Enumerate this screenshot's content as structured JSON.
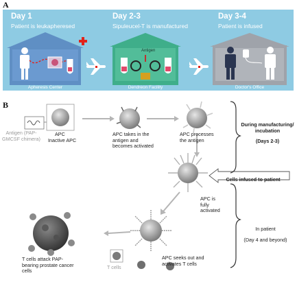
{
  "panel_a": {
    "label": "A",
    "stages": [
      {
        "title": "Day 1",
        "subtitle": "Patient is leukapheresed",
        "location": "Apheresis Center"
      },
      {
        "title": "Day 2-3",
        "subtitle": "Sipuleucel-T is manufactured",
        "location": "Dendreon Facility",
        "inner_label": "Antigen"
      },
      {
        "title": "Day 3-4",
        "subtitle": "Patient is infused",
        "location": "Doctor's Office"
      }
    ]
  },
  "panel_b": {
    "label": "B",
    "antigen_label": "Antigen (PAP-GMCSF chimera)",
    "apc_label": "APC",
    "inactive_apc": "Inactive APC",
    "step_takes_in": "APC takes in the antigen and becomes activated",
    "step_processes": "APC processes the antigen",
    "fully_activated": "APC is fully activated",
    "seeks_out": "APC seeks out and activates T cells",
    "t_cells": "T cells",
    "attack": "T cells attack PAP-bearing prostate cancer cells",
    "infused_arrow": "Cells infused to patient",
    "during": "During manufacturing/ incubation",
    "during_days": "(Days 2-3)",
    "in_patient": "In patient",
    "in_patient_days": "(Day 4 and beyond)"
  },
  "colors": {
    "banner": "#8ecbe3",
    "house_blue": "#5f8fc4",
    "house_green": "#3fae8a",
    "house_grey": "#9fa3aa",
    "red_cross": "#e2231a"
  }
}
